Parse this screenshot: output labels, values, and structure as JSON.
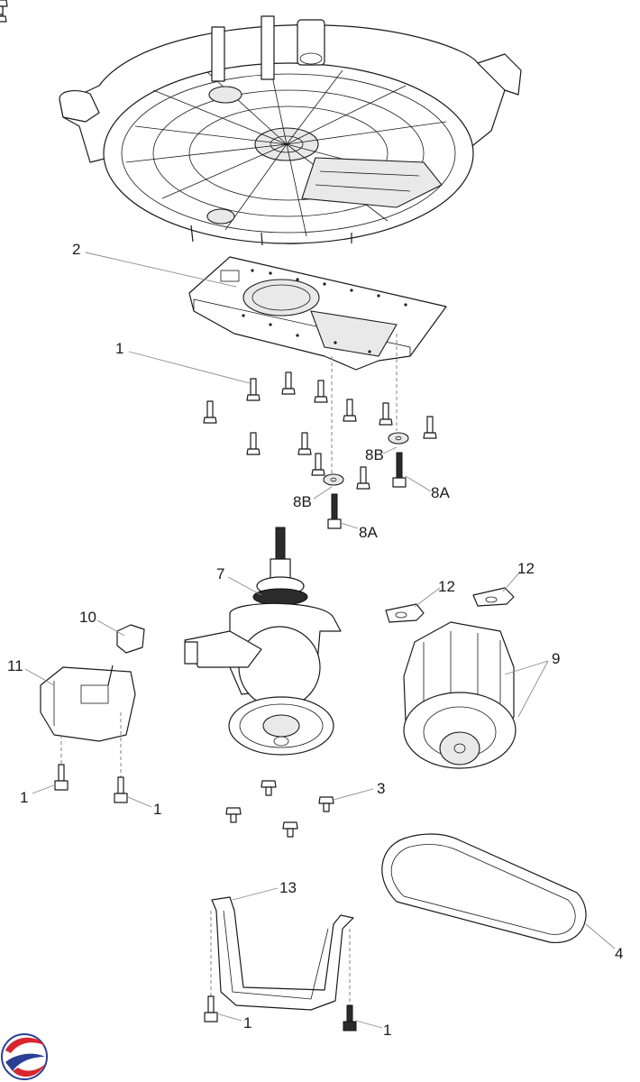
{
  "callouts": {
    "c2": "2",
    "c1_screws": "1",
    "c8b_right": "8B",
    "c8a_right": "8A",
    "c8b_left": "8B",
    "c8a_left": "8A",
    "c7": "7",
    "c12_a": "12",
    "c12_b": "12",
    "c10": "10",
    "c11": "11",
    "c9": "9",
    "c1_left": "1",
    "c1_left2": "1",
    "c3": "3",
    "c13": "13",
    "c4": "4",
    "c1_bottom_left": "1",
    "c1_bottom_right": "1"
  },
  "colors": {
    "line": "#1a1a1a",
    "leader": "#8a8a8a",
    "logo_red": "#d7262d",
    "logo_blue": "#2b3f94"
  },
  "logo": {
    "icon": "brand-swirl-logo"
  }
}
